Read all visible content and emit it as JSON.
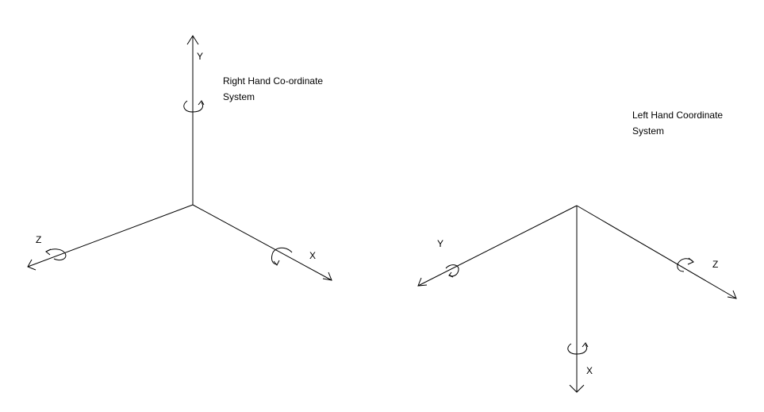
{
  "right_hand": {
    "title_line1": "Right Hand Co-ordinate",
    "title_line2": "System",
    "axis_y": "Y",
    "axis_z": "Z",
    "axis_x": "X"
  },
  "left_hand": {
    "title_line1": "Left Hand Coordinate",
    "title_line2": "System",
    "axis_y": "Y",
    "axis_z": "Z",
    "axis_x": "X"
  },
  "colors": {
    "ink": "#000000",
    "background": "#ffffff"
  }
}
